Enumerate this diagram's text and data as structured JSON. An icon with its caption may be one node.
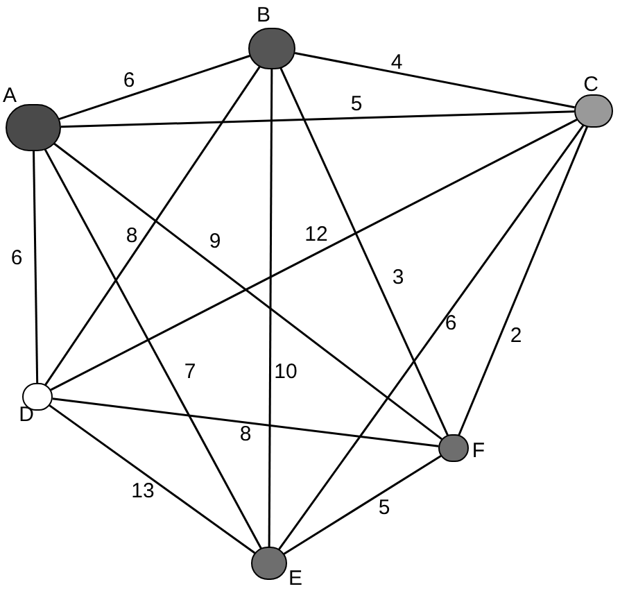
{
  "diagram": {
    "nodes": [
      {
        "text": [],
        "shape": "circle",
        "beside": [
          "A"
        ]
      },
      {
        "text": [],
        "shape": "circle",
        "beside": [
          "B"
        ]
      },
      {
        "text": [],
        "shape": "circle",
        "beside": [
          "C"
        ]
      },
      {
        "text": [],
        "shape": "circle",
        "beside": [
          "D"
        ]
      },
      {
        "text": [],
        "shape": "circle",
        "beside": [
          "F"
        ]
      },
      {
        "text": [],
        "shape": "circle",
        "beside": [
          "E"
        ]
      }
    ],
    "edges": [
      {
        "from": 0,
        "to": 1,
        "arrow": "none",
        "label": "6"
      },
      {
        "from": 1,
        "to": 2,
        "arrow": "none",
        "label": "4"
      },
      {
        "from": 0,
        "to": 2,
        "arrow": "none",
        "label": "5"
      },
      {
        "from": 0,
        "to": 3,
        "arrow": "none",
        "label": "6"
      },
      {
        "from": 1,
        "to": 3,
        "arrow": "none",
        "label": "8"
      },
      {
        "from": 0,
        "to": 4,
        "arrow": "none",
        "label": "9"
      },
      {
        "from": 2,
        "to": 3,
        "arrow": "none",
        "label": "12"
      },
      {
        "from": 1,
        "to": 4,
        "arrow": "none",
        "label": "3"
      },
      {
        "from": 2,
        "to": 5,
        "arrow": "none",
        "label": "6"
      },
      {
        "from": 2,
        "to": 4,
        "arrow": "none",
        "label": "2"
      },
      {
        "from": 0,
        "to": 5,
        "arrow": "none",
        "label": "7"
      },
      {
        "from": 1,
        "to": 5,
        "arrow": "none",
        "label": "10"
      },
      {
        "from": 3,
        "to": 4,
        "arrow": "none",
        "label": "8"
      },
      {
        "from": 3,
        "to": 5,
        "arrow": "none",
        "label": "13"
      },
      {
        "from": 5,
        "to": 4,
        "arrow": "none",
        "label": "5"
      }
    ]
  }
}
